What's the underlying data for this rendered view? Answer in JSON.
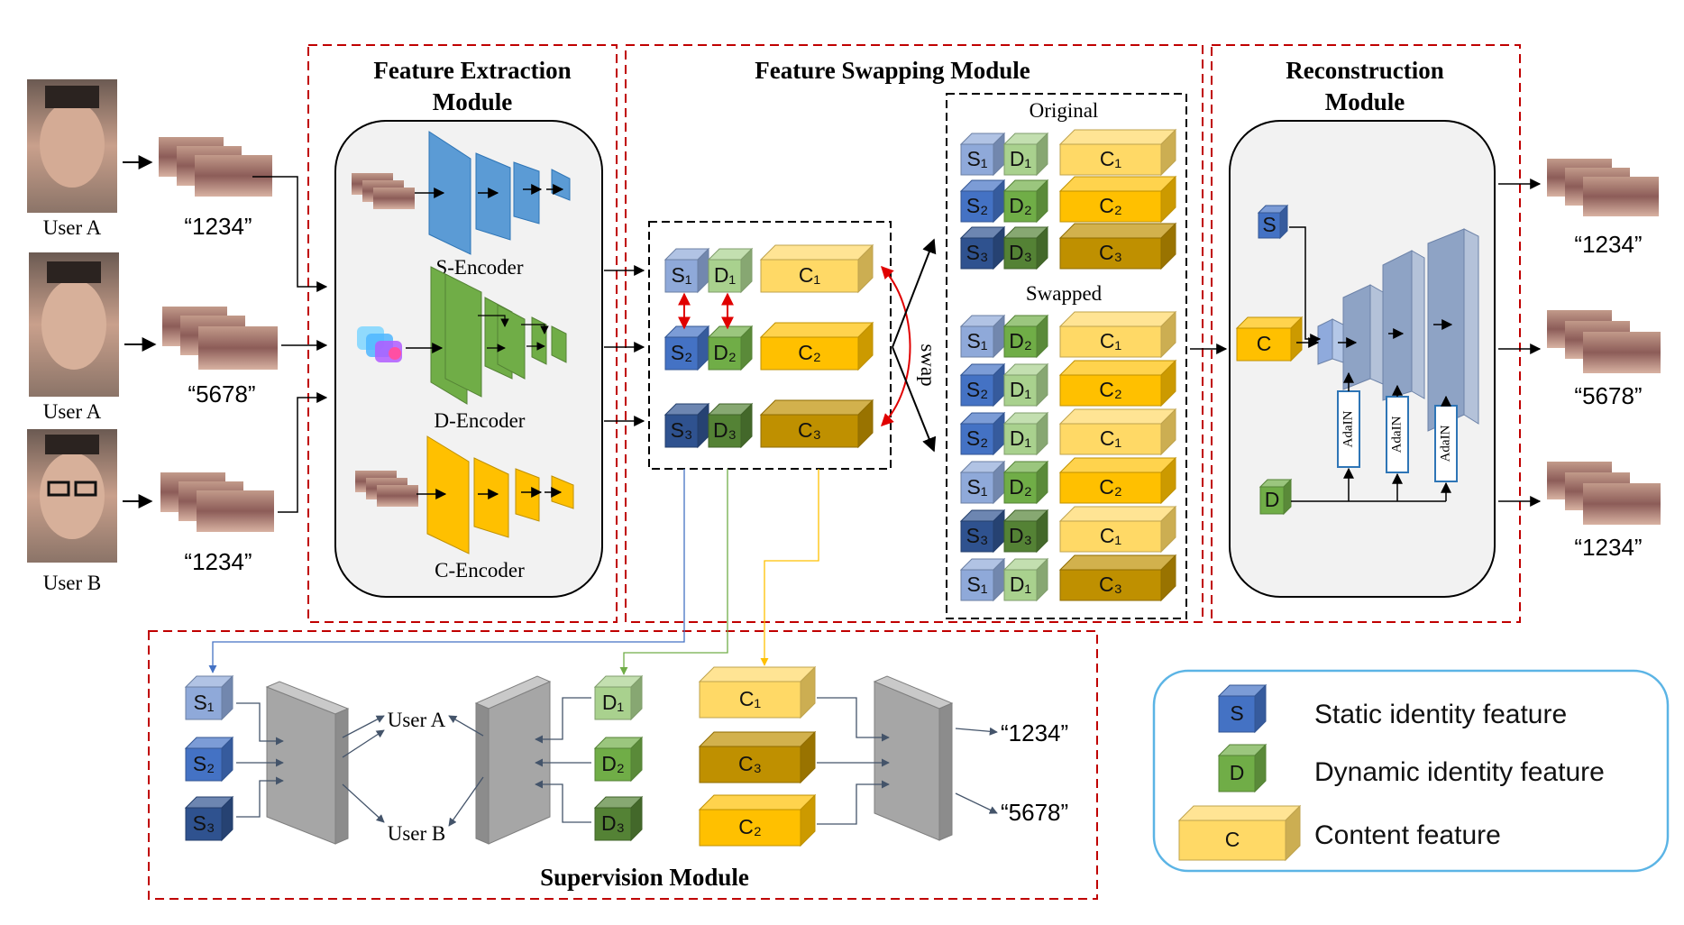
{
  "modules": {
    "extraction": [
      "Feature Extraction",
      "Module"
    ],
    "swapping": "Feature Swapping Module",
    "reconstruction": [
      "Reconstruction",
      "Module"
    ],
    "supervision": "Supervision Module"
  },
  "inputs": [
    {
      "user": "User A",
      "text": "“1234”"
    },
    {
      "user": "User A",
      "text": "“5678”"
    },
    {
      "user": "User B",
      "text": "“1234”"
    }
  ],
  "encoders": [
    "S-Encoder",
    "D-Encoder",
    "C-Encoder"
  ],
  "feature_labels": {
    "s": [
      "S₁",
      "S₂",
      "S₃"
    ],
    "d": [
      "D₁",
      "D₂",
      "D₃"
    ],
    "c": [
      "C₁",
      "C₂",
      "C₃"
    ]
  },
  "swap": {
    "original_title": "Original",
    "swapped_title": "Swapped",
    "swap_label": "swap",
    "original": [
      {
        "s": "S₁",
        "d": "D₁",
        "c": "C₁"
      },
      {
        "s": "S₂",
        "d": "D₂",
        "c": "C₂"
      },
      {
        "s": "S₃",
        "d": "D₃",
        "c": "C₃"
      }
    ],
    "swapped": [
      {
        "s": "S₁",
        "d": "D₂",
        "c": "C₁"
      },
      {
        "s": "S₂",
        "d": "D₁",
        "c": "C₂"
      },
      {
        "s": "S₂",
        "d": "D₁",
        "c": "C₁"
      },
      {
        "s": "S₁",
        "d": "D₂",
        "c": "C₂"
      },
      {
        "s": "S₃",
        "d": "D₃",
        "c": "C₁"
      },
      {
        "s": "S₁",
        "d": "D₁",
        "c": "C₃"
      }
    ]
  },
  "reconstruction": {
    "s": "S",
    "c": "C",
    "d": "D",
    "adain": "AdaIN",
    "outputs": [
      "“1234”",
      "“5678”",
      "“1234”"
    ]
  },
  "supervision": {
    "user_a": "User A",
    "user_b": "User B",
    "c_order": [
      "C₁",
      "C₃",
      "C₂"
    ],
    "text_outputs": [
      "“1234”",
      "“5678”"
    ]
  },
  "legend": [
    {
      "letter": "S",
      "label": "Static identity feature"
    },
    {
      "letter": "D",
      "label": "Dynamic identity feature"
    },
    {
      "letter": "C",
      "label": "Content feature"
    }
  ],
  "colors": {
    "s": [
      "#8fa9d9",
      "#4472c4",
      "#2f528f"
    ],
    "d": [
      "#a9d18e",
      "#70ad47",
      "#548235"
    ],
    "c": [
      "#ffd966",
      "#ffc000",
      "#bf9000"
    ],
    "module_border": "#c00000",
    "legend_border": "#5bb4e5"
  }
}
